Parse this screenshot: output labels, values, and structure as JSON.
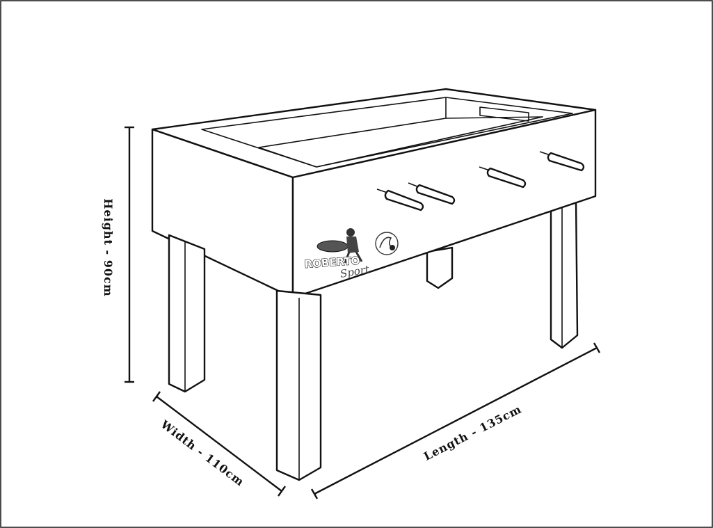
{
  "dimensions": {
    "height": {
      "label": "Height - 90cm",
      "value": 90,
      "unit": "cm"
    },
    "width": {
      "label": "Width - 110cm",
      "value": 110,
      "unit": "cm"
    },
    "length": {
      "label": "Length - 135cm",
      "value": 135,
      "unit": "cm"
    }
  },
  "logo": {
    "brand": "ROBERTO",
    "subtitle": "Sport",
    "icon": "soccer-player-icon"
  },
  "colors": {
    "stroke": "#111111",
    "background": "#ffffff"
  }
}
